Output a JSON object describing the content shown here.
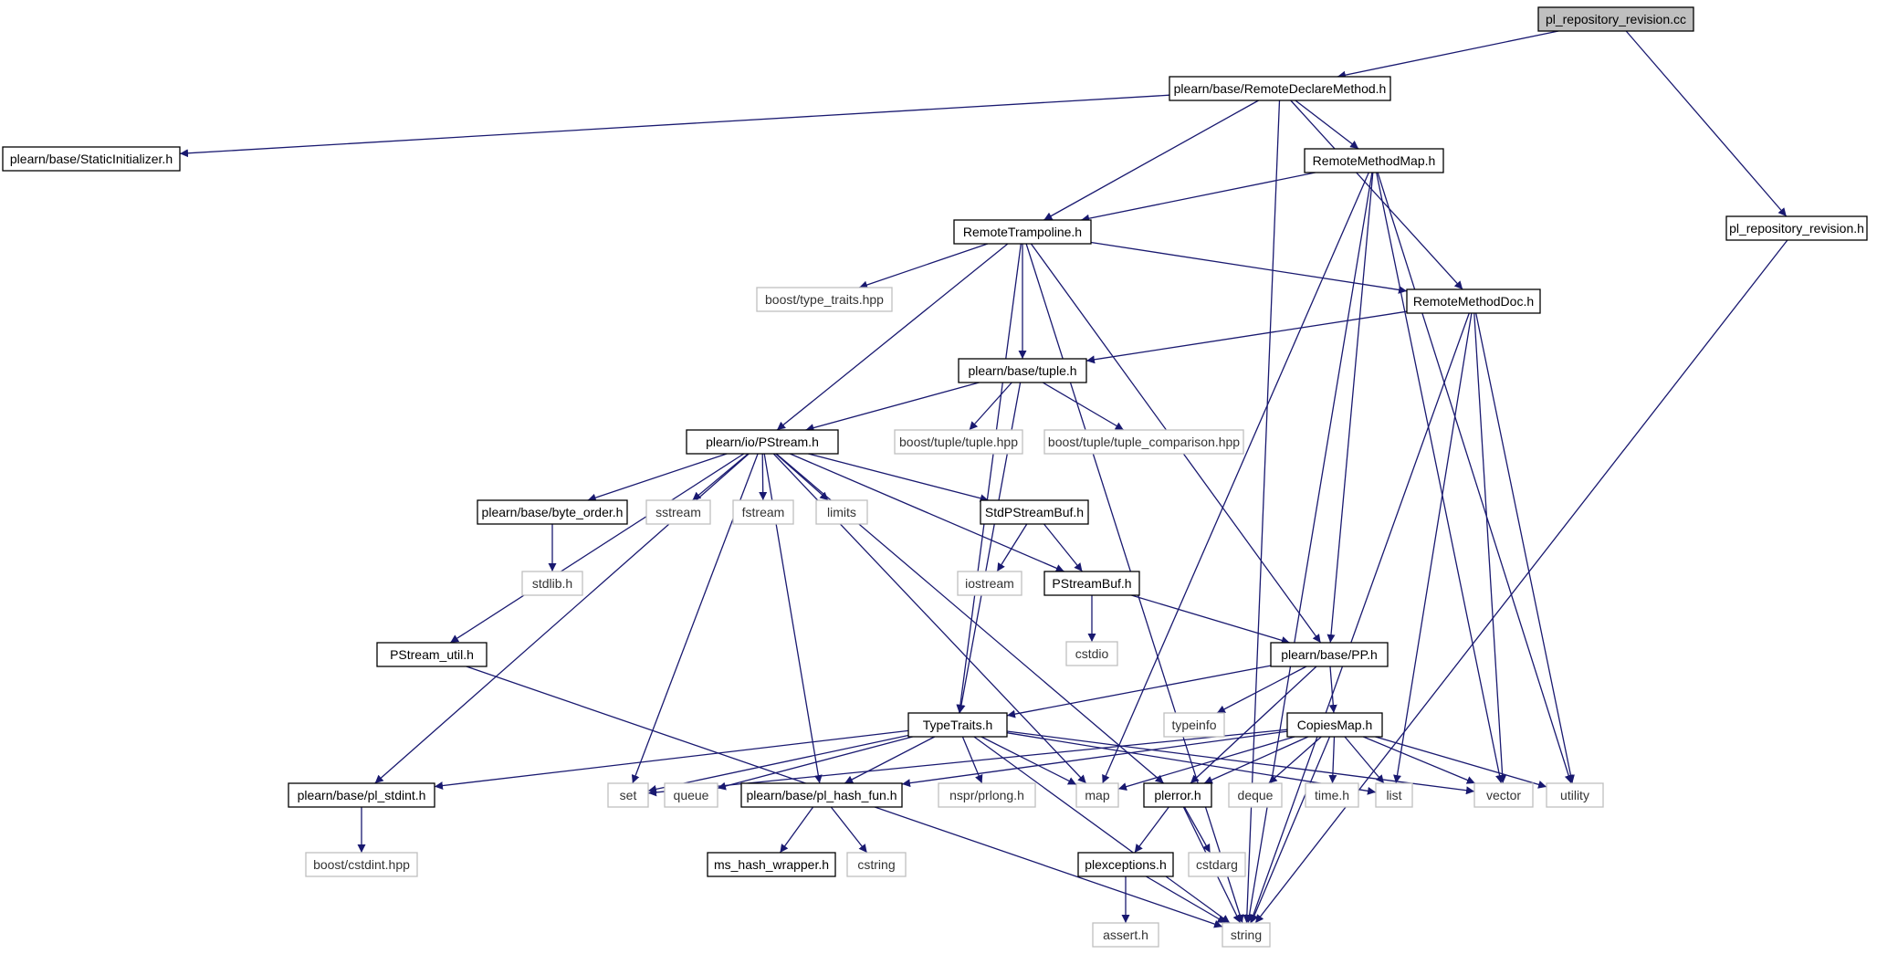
{
  "graph": {
    "colors": {
      "edge": "#191970",
      "node_border": "#000000",
      "ext_border": "#bfbfbf",
      "root_fill": "#bfbfbf",
      "fill": "#ffffff"
    },
    "nodes": [
      {
        "id": "n0",
        "label": "pl_repository_revision.cc",
        "kind": "root"
      },
      {
        "id": "n1",
        "label": "plearn/base/RemoteDeclareMethod.h",
        "kind": "local"
      },
      {
        "id": "n2",
        "label": "plearn/base/StaticInitializer.h",
        "kind": "local"
      },
      {
        "id": "n3",
        "label": "RemoteMethodMap.h",
        "kind": "local"
      },
      {
        "id": "n4",
        "label": "pl_repository_revision.h",
        "kind": "local"
      },
      {
        "id": "n5",
        "label": "RemoteTrampoline.h",
        "kind": "local"
      },
      {
        "id": "n6",
        "label": "boost/type_traits.hpp",
        "kind": "ext"
      },
      {
        "id": "n7",
        "label": "RemoteMethodDoc.h",
        "kind": "local"
      },
      {
        "id": "n8",
        "label": "plearn/base/tuple.h",
        "kind": "local"
      },
      {
        "id": "n9",
        "label": "plearn/io/PStream.h",
        "kind": "local"
      },
      {
        "id": "n10",
        "label": "boost/tuple/tuple.hpp",
        "kind": "ext"
      },
      {
        "id": "n11",
        "label": "boost/tuple/tuple_comparison.hpp",
        "kind": "ext"
      },
      {
        "id": "n12",
        "label": "plearn/base/byte_order.h",
        "kind": "local"
      },
      {
        "id": "n13",
        "label": "sstream",
        "kind": "ext"
      },
      {
        "id": "n14",
        "label": "fstream",
        "kind": "ext"
      },
      {
        "id": "n15",
        "label": "limits",
        "kind": "ext"
      },
      {
        "id": "n16",
        "label": "StdPStreamBuf.h",
        "kind": "local"
      },
      {
        "id": "n17",
        "label": "stdlib.h",
        "kind": "ext"
      },
      {
        "id": "n18",
        "label": "iostream",
        "kind": "ext"
      },
      {
        "id": "n19",
        "label": "PStreamBuf.h",
        "kind": "local"
      },
      {
        "id": "n20",
        "label": "cstdio",
        "kind": "ext"
      },
      {
        "id": "n21",
        "label": "PStream_util.h",
        "kind": "local"
      },
      {
        "id": "n22",
        "label": "plearn/base/PP.h",
        "kind": "local"
      },
      {
        "id": "n23",
        "label": "typeinfo",
        "kind": "ext"
      },
      {
        "id": "n24",
        "label": "TypeTraits.h",
        "kind": "local"
      },
      {
        "id": "n25",
        "label": "CopiesMap.h",
        "kind": "local"
      },
      {
        "id": "n26",
        "label": "plearn/base/pl_stdint.h",
        "kind": "local"
      },
      {
        "id": "n27",
        "label": "set",
        "kind": "ext"
      },
      {
        "id": "n28",
        "label": "queue",
        "kind": "ext"
      },
      {
        "id": "n29",
        "label": "plearn/base/pl_hash_fun.h",
        "kind": "local"
      },
      {
        "id": "n30",
        "label": "nspr/prlong.h",
        "kind": "ext"
      },
      {
        "id": "n31",
        "label": "map",
        "kind": "ext"
      },
      {
        "id": "n32",
        "label": "plerror.h",
        "kind": "local"
      },
      {
        "id": "n33",
        "label": "deque",
        "kind": "ext"
      },
      {
        "id": "n34",
        "label": "time.h",
        "kind": "ext"
      },
      {
        "id": "n35",
        "label": "list",
        "kind": "ext"
      },
      {
        "id": "n36",
        "label": "vector",
        "kind": "ext"
      },
      {
        "id": "n37",
        "label": "utility",
        "kind": "ext"
      },
      {
        "id": "n38",
        "label": "boost/cstdint.hpp",
        "kind": "ext"
      },
      {
        "id": "n39",
        "label": "ms_hash_wrapper.h",
        "kind": "local"
      },
      {
        "id": "n40",
        "label": "cstring",
        "kind": "ext"
      },
      {
        "id": "n41",
        "label": "plexceptions.h",
        "kind": "local"
      },
      {
        "id": "n42",
        "label": "cstdarg",
        "kind": "ext"
      },
      {
        "id": "n43",
        "label": "assert.h",
        "kind": "ext"
      },
      {
        "id": "n44",
        "label": "string",
        "kind": "ext"
      }
    ],
    "edges": [
      [
        "n0",
        "n1"
      ],
      [
        "n0",
        "n4"
      ],
      [
        "n1",
        "n2"
      ],
      [
        "n1",
        "n3"
      ],
      [
        "n1",
        "n5"
      ],
      [
        "n1",
        "n7"
      ],
      [
        "n1",
        "n44"
      ],
      [
        "n3",
        "n5"
      ],
      [
        "n3",
        "n22"
      ],
      [
        "n3",
        "n31"
      ],
      [
        "n3",
        "n36"
      ],
      [
        "n3",
        "n37"
      ],
      [
        "n3",
        "n44"
      ],
      [
        "n4",
        "n44"
      ],
      [
        "n5",
        "n6"
      ],
      [
        "n5",
        "n7"
      ],
      [
        "n5",
        "n8"
      ],
      [
        "n5",
        "n9"
      ],
      [
        "n5",
        "n22"
      ],
      [
        "n5",
        "n24"
      ],
      [
        "n5",
        "n44"
      ],
      [
        "n7",
        "n8"
      ],
      [
        "n7",
        "n35"
      ],
      [
        "n7",
        "n36"
      ],
      [
        "n7",
        "n37"
      ],
      [
        "n7",
        "n44"
      ],
      [
        "n8",
        "n9"
      ],
      [
        "n8",
        "n10"
      ],
      [
        "n8",
        "n11"
      ],
      [
        "n8",
        "n24"
      ],
      [
        "n9",
        "n12"
      ],
      [
        "n9",
        "n13"
      ],
      [
        "n9",
        "n14"
      ],
      [
        "n9",
        "n15"
      ],
      [
        "n9",
        "n16"
      ],
      [
        "n9",
        "n19"
      ],
      [
        "n9",
        "n21"
      ],
      [
        "n9",
        "n26"
      ],
      [
        "n9",
        "n27"
      ],
      [
        "n9",
        "n29"
      ],
      [
        "n9",
        "n31"
      ],
      [
        "n9",
        "n32"
      ],
      [
        "n12",
        "n17"
      ],
      [
        "n16",
        "n18"
      ],
      [
        "n16",
        "n19"
      ],
      [
        "n19",
        "n20"
      ],
      [
        "n19",
        "n22"
      ],
      [
        "n21",
        "n44"
      ],
      [
        "n22",
        "n23"
      ],
      [
        "n22",
        "n24"
      ],
      [
        "n22",
        "n25"
      ],
      [
        "n22",
        "n32"
      ],
      [
        "n24",
        "n26"
      ],
      [
        "n24",
        "n27"
      ],
      [
        "n24",
        "n28"
      ],
      [
        "n24",
        "n29"
      ],
      [
        "n24",
        "n30"
      ],
      [
        "n24",
        "n31"
      ],
      [
        "n24",
        "n35"
      ],
      [
        "n24",
        "n36"
      ],
      [
        "n24",
        "n44"
      ],
      [
        "n25",
        "n27"
      ],
      [
        "n25",
        "n29"
      ],
      [
        "n25",
        "n31"
      ],
      [
        "n25",
        "n32"
      ],
      [
        "n25",
        "n33"
      ],
      [
        "n25",
        "n34"
      ],
      [
        "n25",
        "n35"
      ],
      [
        "n25",
        "n36"
      ],
      [
        "n25",
        "n37"
      ],
      [
        "n25",
        "n44"
      ],
      [
        "n26",
        "n38"
      ],
      [
        "n29",
        "n39"
      ],
      [
        "n29",
        "n40"
      ],
      [
        "n32",
        "n41"
      ],
      [
        "n32",
        "n42"
      ],
      [
        "n32",
        "n44"
      ],
      [
        "n41",
        "n43"
      ],
      [
        "n41",
        "n44"
      ]
    ]
  }
}
